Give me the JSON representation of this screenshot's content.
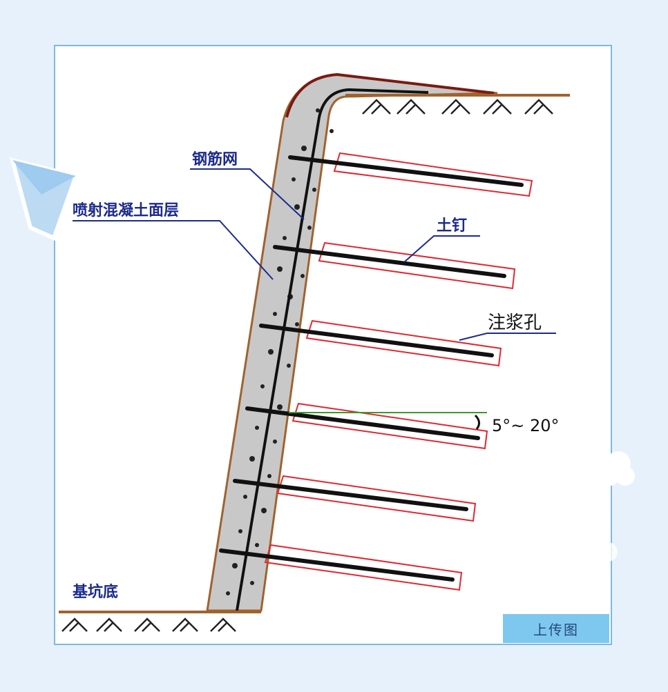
{
  "labels": {
    "mesh": "钢筋网",
    "shotcrete": "喷射混凝土面层",
    "soil_nail": "土钉",
    "grout_hole": "注浆孔",
    "angle": "5°~ 20°",
    "pit_bottom": "基坑底"
  },
  "stamp": {
    "text": "上传图"
  },
  "colors": {
    "frame_border": "#7fb7e0",
    "ground": "#a0622d",
    "nail_hole_outline": "#e2262f",
    "label_text": "#1b2a8c",
    "leader_line": "#1b2a8c",
    "angle_line": "#3a9a2a",
    "concrete": "#c8c8c8"
  },
  "icons": {
    "left_decoration": "paper-plane-icon",
    "right_decoration": "cloud-icon",
    "ground_hatch": "soil-hatch-icon"
  }
}
